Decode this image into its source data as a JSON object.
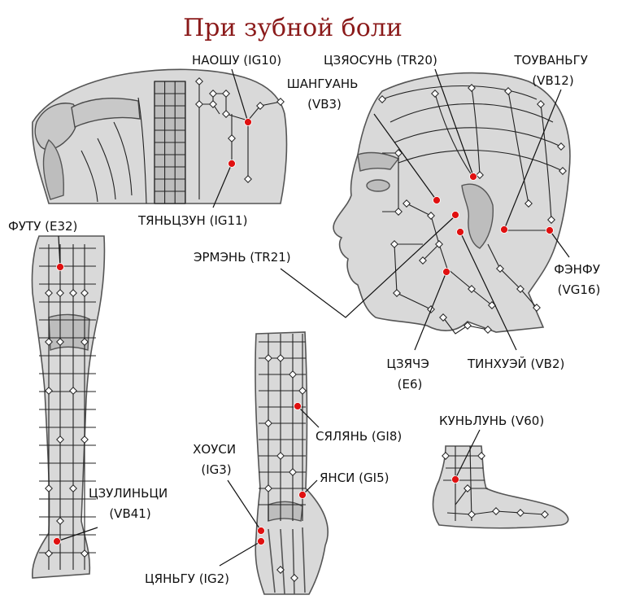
{
  "title": "При зубной боли",
  "points": [
    {
      "id": "naoshu",
      "lines": [
        "НАОШУ (IG10)"
      ]
    },
    {
      "id": "tszyaosun",
      "lines": [
        "ЦЗЯОСУНЬ (TR20)"
      ]
    },
    {
      "id": "touvangu",
      "lines": [
        "ТОУВАНЬГУ",
        "(VB12)"
      ]
    },
    {
      "id": "shanguan",
      "lines": [
        "ШАНГУАНЬ",
        "(VB3)"
      ]
    },
    {
      "id": "tyantszun",
      "lines": [
        "ТЯНЬЦЗУН (IG11)"
      ]
    },
    {
      "id": "futu",
      "lines": [
        "ФУТУ (E32)"
      ]
    },
    {
      "id": "ermen",
      "lines": [
        "ЭРМЭНЬ (TR21)"
      ]
    },
    {
      "id": "fenfu",
      "lines": [
        "ФЭНФУ",
        "(VG16)"
      ]
    },
    {
      "id": "tszyache",
      "lines": [
        "ЦЗЯЧЭ",
        "(E6)"
      ]
    },
    {
      "id": "tinhuey",
      "lines": [
        "ТИНХУЭЙ (VB2)"
      ]
    },
    {
      "id": "syalyan",
      "lines": [
        "СЯЛЯНЬ (GI8)"
      ]
    },
    {
      "id": "kunlun",
      "lines": [
        "КУНЬЛУНЬ (V60)"
      ]
    },
    {
      "id": "housi",
      "lines": [
        "ХОУСИ",
        "(IG3)"
      ]
    },
    {
      "id": "yansi",
      "lines": [
        "ЯНСИ (GI5)"
      ]
    },
    {
      "id": "tszulintsi",
      "lines": [
        "ЦЗУЛИНЬЦИ",
        "(VB41)"
      ]
    },
    {
      "id": "tsyangu",
      "lines": [
        "ЦЯНЬГУ (IG2)"
      ]
    }
  ],
  "colors": {
    "title": "#8b1a1a",
    "point": "#e01010",
    "skin": "#d9d9d9",
    "line": "#222222"
  }
}
